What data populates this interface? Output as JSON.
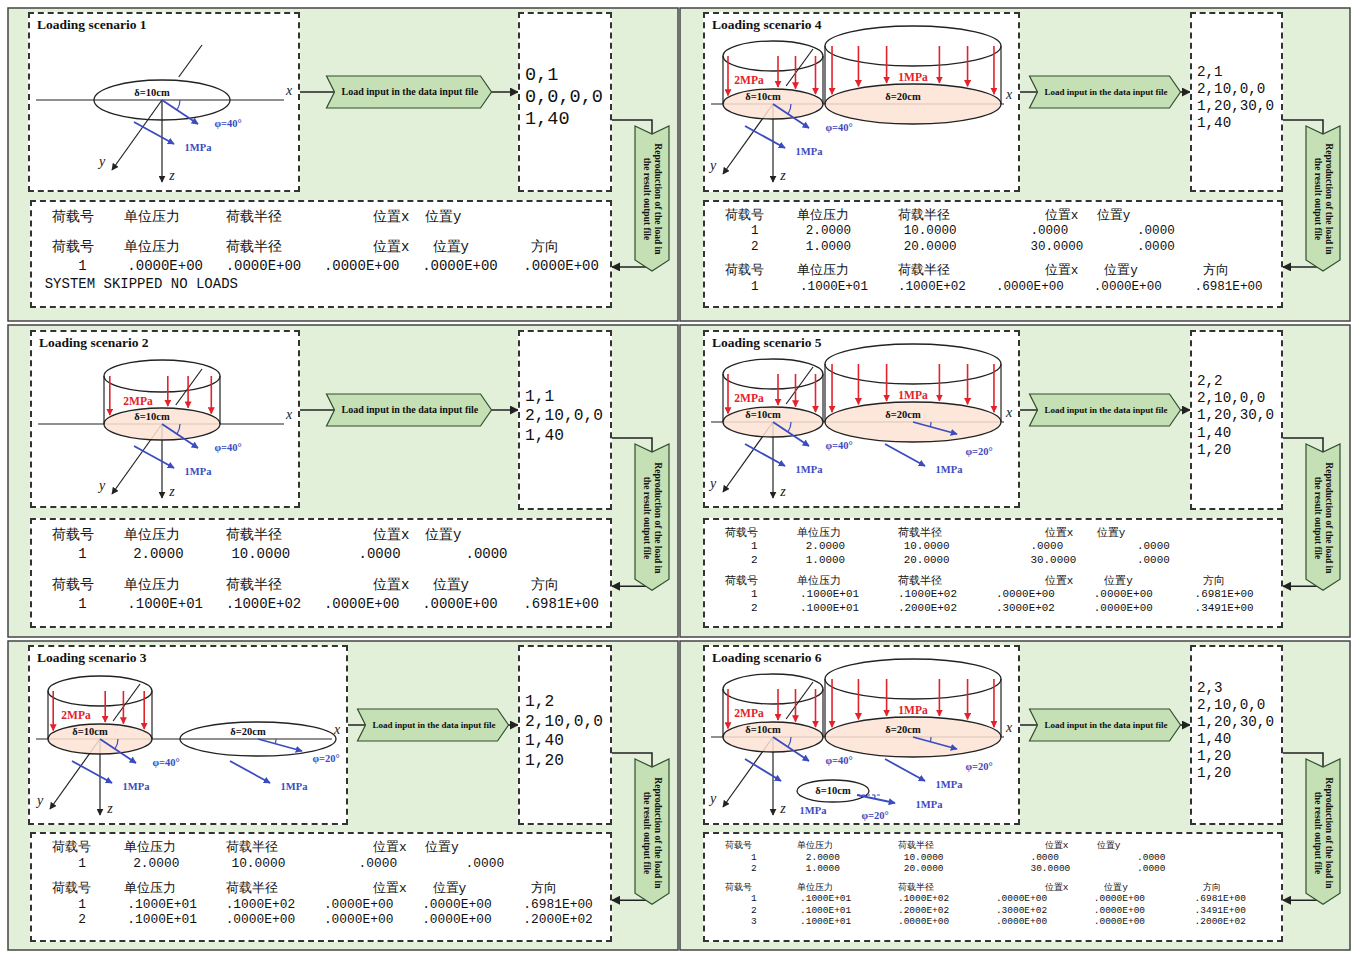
{
  "diagram": {
    "nodes": [
      {
        "text": [
          "Loading scenario 1",
          "δ=10cm",
          "x",
          "φ=40°",
          "1MPa",
          "y",
          "z"
        ]
      },
      {
        "text": [
          "0,1",
          "0,0,0,0",
          "1,40"
        ]
      },
      {
        "text": [
          "荷载号",
          "单位压力",
          "荷载半径",
          "位置x",
          "位置y",
          "荷载号",
          "单位压力",
          "荷载半径",
          "位置x",
          "位置y",
          "方向",
          "1",
          ".0000E+00",
          ".0000E+00",
          ".0000E+00",
          ".0000E+00",
          ".0000E+00",
          "SYSTEM SKIPPED NO LOADS"
        ]
      },
      {
        "text": [
          "Loading scenario 2",
          "2MPa",
          "δ=10cm",
          "x",
          "φ=40°",
          "1MPa",
          "y",
          "z"
        ]
      },
      {
        "text": [
          "1,1",
          "2,10,0,0",
          "1,40"
        ]
      },
      {
        "text": [
          "荷载号",
          "单位压力",
          "荷载半径",
          "位置x",
          "位置y",
          "1",
          "2.0000",
          "10.0000",
          ".0000",
          ".0000",
          "荷载号",
          "单位压力",
          "荷载半径",
          "位置x",
          "位置y",
          "方向",
          "1",
          ".1000E+01",
          ".1000E+02",
          ".0000E+00",
          ".0000E+00",
          ".6981E+00"
        ]
      },
      {
        "text": [
          "Loading scenario 3",
          "2MPa",
          "δ=10cm",
          "φ=40°",
          "δ=20cm",
          "φ=20°",
          "x",
          "1MPa",
          "1MPa",
          "y",
          "z"
        ]
      },
      {
        "text": [
          "1,2",
          "2,10,0,0",
          "1,40",
          "1,20"
        ]
      },
      {
        "text": [
          "荷载号",
          "单位压力",
          "荷载半径",
          "位置x",
          "位置y",
          "1",
          "2.0000",
          "10.0000",
          ".0000",
          ".0000",
          "荷载号",
          "单位压力",
          "荷载半径",
          "位置x",
          "位置y",
          "方向",
          "1",
          ".1000E+01",
          ".1000E+02",
          ".0000E+00",
          ".0000E+00",
          ".6981E+00",
          "2",
          ".1000E+01",
          ".0000E+00",
          ".0000E+00",
          ".0000E+00",
          ".2000E+02"
        ]
      },
      {
        "text": [
          "Loading scenario 4",
          "1MPa",
          "2MPa",
          "δ=10cm",
          "δ=20cm",
          "x",
          "φ=40°",
          "1MPa",
          "y",
          "z"
        ]
      },
      {
        "text": [
          "2,1",
          "2,10,0,0",
          "1,20,30,0",
          "1,40"
        ]
      },
      {
        "text": [
          "荷载号",
          "单位压力",
          "荷载半径",
          "位置x",
          "位置y",
          "1",
          "2.0000",
          "10.0000",
          ".0000",
          ".0000",
          "2",
          "1.0000",
          "20.0000",
          "30.0000",
          ".0000",
          "荷载号",
          "单位压力",
          "荷载半径",
          "位置x",
          "位置y",
          "方向",
          "1",
          ".1000E+01",
          ".1000E+02",
          ".0000E+00",
          ".0000E+00",
          ".6981E+00"
        ]
      },
      {
        "text": [
          "Loading scenario 5",
          "1MPa",
          "2MPa",
          "δ=10cm",
          "δ=20cm",
          "φ=20°",
          "x",
          "φ=40°",
          "1MPa",
          "1MPa",
          "y",
          "z"
        ]
      },
      {
        "text": [
          "2,2",
          "2,10,0,0",
          "1,20,30,0",
          "1,40",
          "1,20"
        ]
      },
      {
        "text": [
          "荷载号",
          "单位压力",
          "荷载半径",
          "位置x",
          "位置y",
          "1",
          "2.0000",
          "10.0000",
          ".0000",
          ".0000",
          "2",
          "1.0000",
          "20.0000",
          "30.0000",
          ".0000",
          "荷载号",
          "单位压力",
          "荷载半径",
          "位置x",
          "位置y",
          "方向",
          "1",
          ".1000E+01",
          ".1000E+02",
          ".0000E+00",
          ".0000E+00",
          ".6981E+00",
          "2",
          ".1000E+01",
          ".2000E+02",
          ".3000E+02",
          ".0000E+00",
          ".3491E+00"
        ]
      },
      {
        "text": [
          "Loading scenario 6",
          "1MPa",
          "2MPa",
          "δ=10cm",
          "δ=20cm",
          "φ=20°",
          "x",
          "φ=40°",
          "1MPa",
          "δ=10cm",
          "1MPa",
          "φ=20°",
          "1MPa",
          "y",
          "z"
        ]
      },
      {
        "text": [
          "2,3",
          "2,10,0,0",
          "1,20,30,0",
          "1,40",
          "1,20",
          "1,20"
        ]
      },
      {
        "text": [
          "荷载号",
          "单位压力",
          "荷载半径",
          "位置x",
          "位置y",
          "1",
          "2.0000",
          "10.0000",
          ".0000",
          ".0000",
          "2",
          "1.0000",
          "20.0000",
          "30.0000",
          ".0000",
          "荷载号",
          "单位压力",
          "荷载半径",
          "位置x",
          "位置y",
          "方向",
          "1",
          ".1000E+01",
          ".1000E+02",
          ".0000E+00",
          ".0000E+00",
          ".6981E+00",
          "2",
          ".1000E+01",
          ".2000E+02",
          ".3000E+02",
          ".0000E+00",
          ".3491E+00",
          "3",
          ".1000E+01",
          ".0000E+00",
          ".0000E+00",
          ".0000E+00",
          ".2000E+02"
        ]
      }
    ],
    "edges": [
      {
        "from": 0,
        "to": 1,
        "arrow": "to",
        "label": "Load input in the data input file"
      },
      {
        "from": 1,
        "to": 2,
        "arrow": "to",
        "label": "Reproduction of the load in the result output file"
      },
      {
        "from": 3,
        "to": 4,
        "arrow": "to",
        "label": "Load input in the data input file"
      },
      {
        "from": 4,
        "to": 5,
        "arrow": "to",
        "label": "Reproduction of the load in the result output file"
      },
      {
        "from": 6,
        "to": 7,
        "arrow": "to",
        "label": "Load input in the data input file"
      },
      {
        "from": 7,
        "to": 8,
        "arrow": "to",
        "label": "Reproduction of the load in the result output file"
      },
      {
        "from": 9,
        "to": 10,
        "arrow": "to",
        "label": "Load input in the data input file"
      },
      {
        "from": 10,
        "to": 11,
        "arrow": "to",
        "label": "Reproduction of the load in the result output file"
      },
      {
        "from": 12,
        "to": 13,
        "arrow": "to",
        "label": "Load input in the data input file"
      },
      {
        "from": 13,
        "to": 14,
        "arrow": "to",
        "label": "Reproduction of the load in the result output file"
      },
      {
        "from": 15,
        "to": 16,
        "arrow": "to",
        "label": "Load input in the data input file"
      },
      {
        "from": 16,
        "to": 17,
        "arrow": "to",
        "label": "Reproduction of the load in the result output file"
      }
    ]
  }
}
